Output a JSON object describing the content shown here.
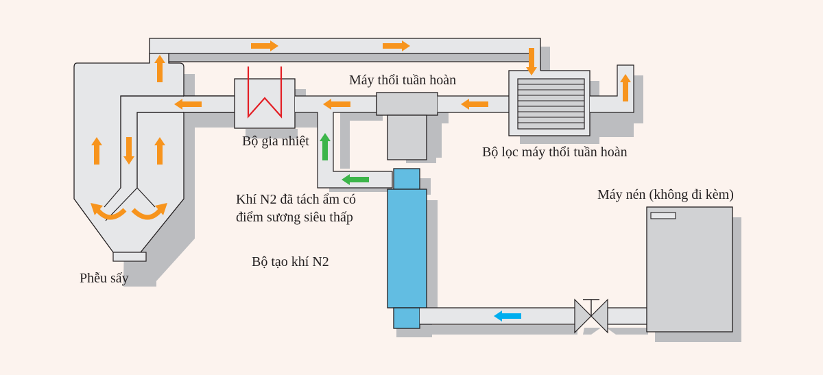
{
  "title": "Sơ đồ hệ thống sấy bằng khí N2",
  "colors": {
    "background": "#fcf3ee",
    "pipe_fill": "#e6e7e9",
    "pipe_stroke": "#231f20",
    "shadow": "#bcbdc0",
    "equipment_fill": "#d1d2d4",
    "generator_fill": "#62bde2",
    "heater_coil": "#e31e24",
    "flow_recirculating": "#f7941d",
    "flow_dry_n2": "#3cb54a",
    "flow_compressed_air": "#00aeef"
  },
  "components": {
    "hopper": {
      "label": "Phễu sấy"
    },
    "heater": {
      "label": "Bộ gia nhiệt"
    },
    "blower": {
      "label": "Máy thổi tuần hoàn"
    },
    "blower_filter": {
      "label": "Bộ lọc máy thổi tuần hoàn"
    },
    "n2_generator": {
      "label": "Bộ tạo khí N2"
    },
    "compressor": {
      "label": "Máy nén (không đi kèm)"
    },
    "dry_n2_note": {
      "line1": "Khí N2 đã tách ẩm có",
      "line2": "điểm sương siêu thấp"
    }
  },
  "flows": [
    {
      "name": "hopper-outlet-up",
      "color": "orange",
      "direction": "up"
    },
    {
      "name": "return-line-right-1",
      "color": "orange",
      "direction": "right"
    },
    {
      "name": "return-line-right-2",
      "color": "orange",
      "direction": "right"
    },
    {
      "name": "filter-inlet-down",
      "color": "orange",
      "direction": "down"
    },
    {
      "name": "filter-outlet-up",
      "color": "orange",
      "direction": "up"
    },
    {
      "name": "filter-to-blower-left",
      "color": "orange",
      "direction": "left"
    },
    {
      "name": "blower-to-heater-left",
      "color": "orange",
      "direction": "left"
    },
    {
      "name": "heater-to-hopper-left",
      "color": "orange",
      "direction": "left"
    },
    {
      "name": "hopper-inner-down",
      "color": "orange",
      "direction": "down"
    },
    {
      "name": "hopper-left-up",
      "color": "orange",
      "direction": "up"
    },
    {
      "name": "hopper-right-up",
      "color": "orange",
      "direction": "up"
    },
    {
      "name": "hopper-swirl-left",
      "color": "orange",
      "direction": "curve-left"
    },
    {
      "name": "hopper-swirl-right",
      "color": "orange",
      "direction": "curve-right"
    },
    {
      "name": "dry-n2-up",
      "color": "green",
      "direction": "up"
    },
    {
      "name": "dry-n2-left",
      "color": "green",
      "direction": "left"
    },
    {
      "name": "compressed-air-left",
      "color": "blue",
      "direction": "left"
    }
  ]
}
